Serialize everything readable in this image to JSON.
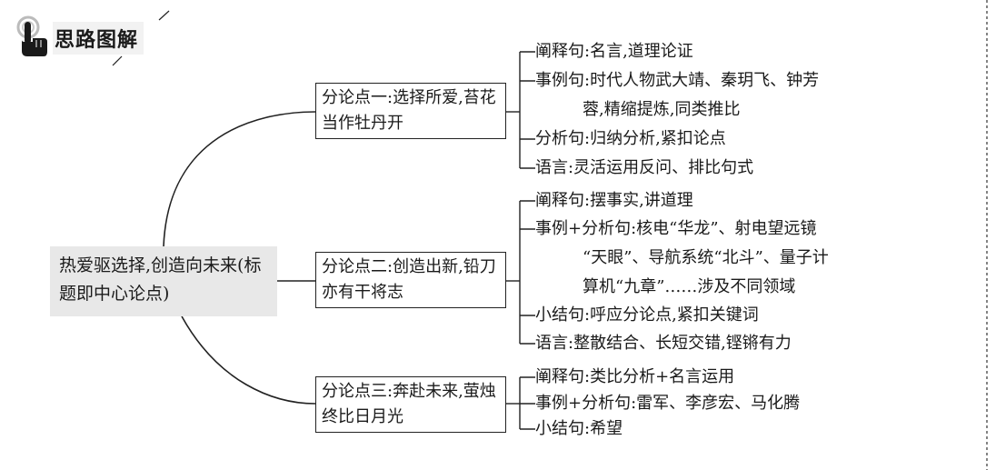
{
  "header": {
    "title": "思路图解",
    "icon": "pointing-hand-icon"
  },
  "central": {
    "text": "热爱驱选择,创造向未来(标题即中心论点)"
  },
  "branches": [
    {
      "label": "分论点一:选择所爱,苔花当作牡丹开",
      "leaves": [
        {
          "lines": [
            "阐释句:名言,道理论证"
          ]
        },
        {
          "lines": [
            "事例句:时代人物武大靖、秦玥飞、钟芳",
            "蓉,精缩提炼,同类推比"
          ]
        },
        {
          "lines": [
            "分析句:归纳分析,紧扣论点"
          ]
        },
        {
          "lines": [
            "语言:灵活运用反问、排比句式"
          ]
        }
      ]
    },
    {
      "label": "分论点二:创造出新,铅刀亦有干将志",
      "leaves": [
        {
          "lines": [
            "阐释句:摆事实,讲道理"
          ]
        },
        {
          "lines": [
            "事例+分析句:核电“华龙”、射电望远镜",
            "“天眼”、导航系统“北斗”、量子计",
            "算机“九章”……涉及不同领域"
          ]
        },
        {
          "lines": [
            "小结句:呼应分论点,紧扣关键词"
          ]
        },
        {
          "lines": [
            "语言:整散结合、长短交错,铿锵有力"
          ]
        }
      ]
    },
    {
      "label": "分论点三:奔赴未来,萤烛终比日月光",
      "leaves": [
        {
          "lines": [
            "阐释句:类比分析+名言运用"
          ]
        },
        {
          "lines": [
            "事例+分析句:雷军、李彦宏、马化腾"
          ]
        },
        {
          "lines": [
            "小结句:希望"
          ]
        }
      ]
    }
  ]
}
